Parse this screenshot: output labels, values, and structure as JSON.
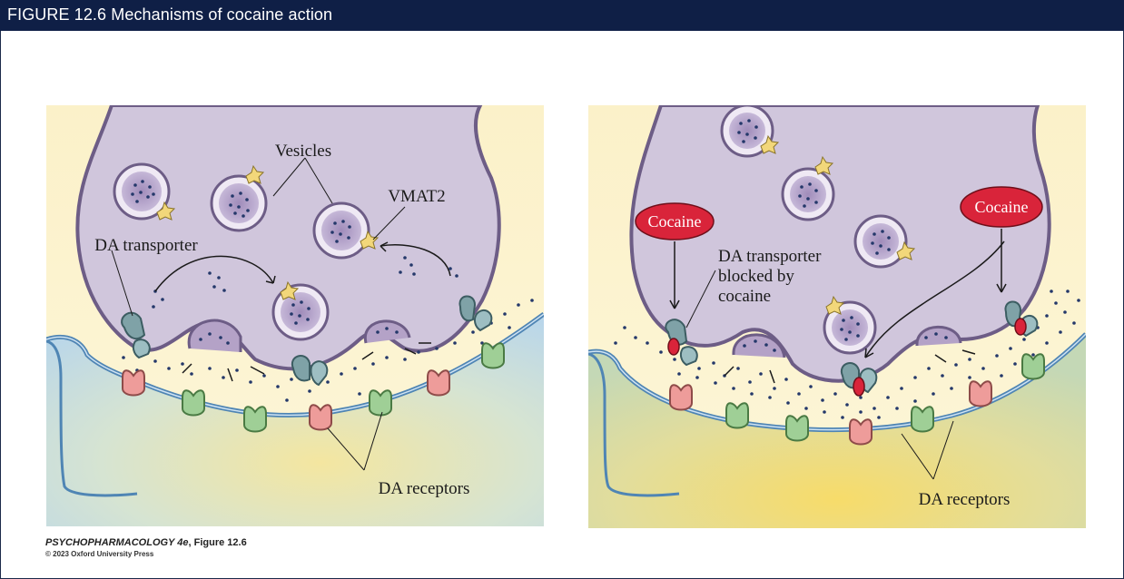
{
  "header": {
    "title": "FIGURE 12.6  Mechanisms of cocaine action",
    "background": "#0f1f46"
  },
  "left_panel": {
    "labels": {
      "vesicles": "Vesicles",
      "vmat2": "VMAT2",
      "da_transporter": "DA transporter",
      "da_receptors": "DA receptors"
    }
  },
  "right_panel": {
    "labels": {
      "cocaine_left": "Cocaine",
      "cocaine_right": "Cocaine",
      "blocked_line1": "DA transporter",
      "blocked_line2": "blocked by",
      "blocked_line3": "cocaine",
      "da_receptors": "DA receptors"
    }
  },
  "credit": {
    "book": "PSYCHOPHARMACOLOGY 4e",
    "figure": ", Figure 12.6",
    "copyright": "© 2023 Oxford University Press"
  },
  "colors": {
    "terminal": "#d0c6dc",
    "terminal_edge": "#6d5d86",
    "vesicle": "#b4a2c7",
    "dopamine": "#24386a",
    "transporter": "#7fa2a7",
    "vmat2": "#f2d77a",
    "receptor_green": "#9fcf96",
    "receptor_pink": "#ee9c9a",
    "cocaine": "#d9243a"
  }
}
